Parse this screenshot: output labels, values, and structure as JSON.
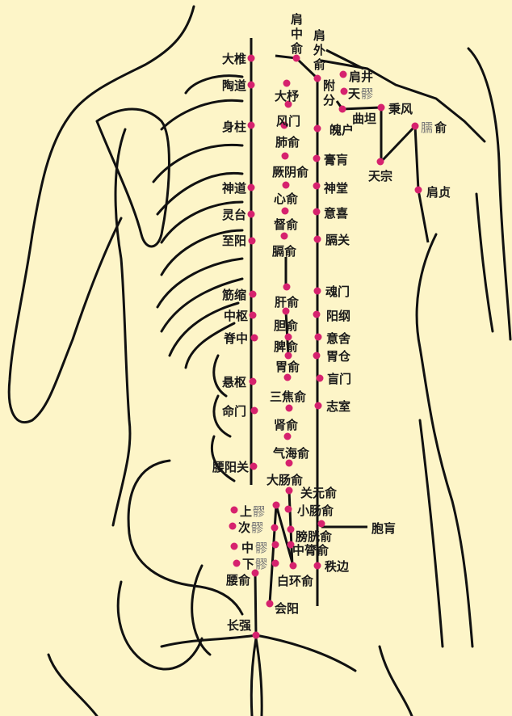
{
  "colors": {
    "background": "#fdf5c8",
    "point": "#d6226e",
    "line": "#111111"
  },
  "governor_vessel": [
    "大椎",
    "陶道",
    "身柱",
    "神道",
    "灵台",
    "至阳",
    "筋缩",
    "中枢",
    "脊中",
    "悬枢",
    "命门",
    "腰阳关",
    "腰俞",
    "长强"
  ],
  "bladder_inner": [
    "大杼",
    "风门",
    "肺俞",
    "厥阴俞",
    "心俞",
    "督俞",
    "膈俞",
    "肝俞",
    "胆俞",
    "脾俞",
    "胃俞",
    "三焦俞",
    "肾俞",
    "气海俞",
    "大肠俞",
    "关元俞",
    "小肠俞",
    "膀胱俞",
    "中膂俞",
    "白环俞",
    "会阳"
  ],
  "bladder_outer": [
    "附分",
    "魄户",
    "膏肓",
    "神堂",
    "意喜",
    "膈关",
    "魂门",
    "阳纲",
    "意舍",
    "胃仓",
    "盲门",
    "志室",
    "胞肓",
    "秩边"
  ],
  "sacral": [
    {
      "a": "上",
      "b": "髎"
    },
    {
      "a": "次",
      "b": "髎"
    },
    {
      "a": "中",
      "b": "髎"
    },
    {
      "a": "下",
      "b": "髎"
    }
  ],
  "shoulder": {
    "jianzhongshu": [
      "肩",
      "中",
      "俞"
    ],
    "jianwaishu": [
      "肩",
      "外",
      "俞"
    ],
    "fufen": [
      "附",
      "分"
    ],
    "jianjing": "肩井",
    "tianliao_a": "天",
    "tianliao_b": "髎",
    "quyuan": "曲坦",
    "bingfeng": "秉风",
    "naoshu_a": "臑",
    "naoshu_b": "俞",
    "tianzong": "天宗",
    "jianzhen": "肩贞"
  }
}
